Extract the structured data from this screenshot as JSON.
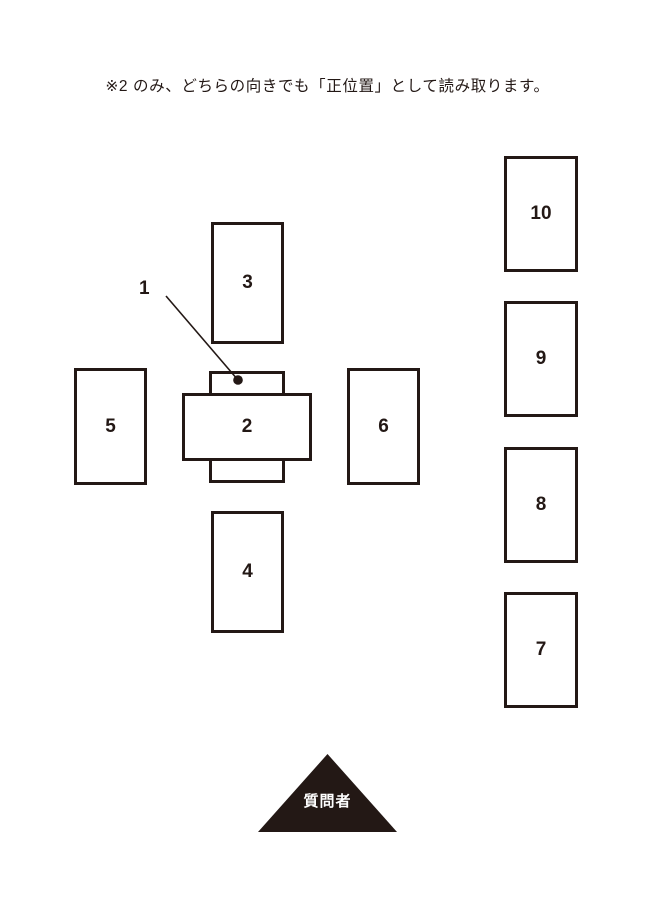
{
  "note": {
    "text": "※2 のみ、どちらの向きでも「正位置」として読み取ります。"
  },
  "colors": {
    "stroke": "#231815",
    "fill": "#ffffff",
    "questioner_fill": "#231815",
    "questioner_text": "#ffffff"
  },
  "diagram": {
    "name": "celtic-cross-tarot-spread",
    "cards": [
      {
        "id": "card-1",
        "label": "1"
      },
      {
        "id": "card-2",
        "label": "2"
      },
      {
        "id": "card-3",
        "label": "3"
      },
      {
        "id": "card-4",
        "label": "4"
      },
      {
        "id": "card-5",
        "label": "5"
      },
      {
        "id": "card-6",
        "label": "6"
      },
      {
        "id": "card-7",
        "label": "7"
      },
      {
        "id": "card-8",
        "label": "8"
      },
      {
        "id": "card-9",
        "label": "9"
      },
      {
        "id": "card-10",
        "label": "10"
      }
    ],
    "questioner": {
      "label": "質問者"
    }
  }
}
